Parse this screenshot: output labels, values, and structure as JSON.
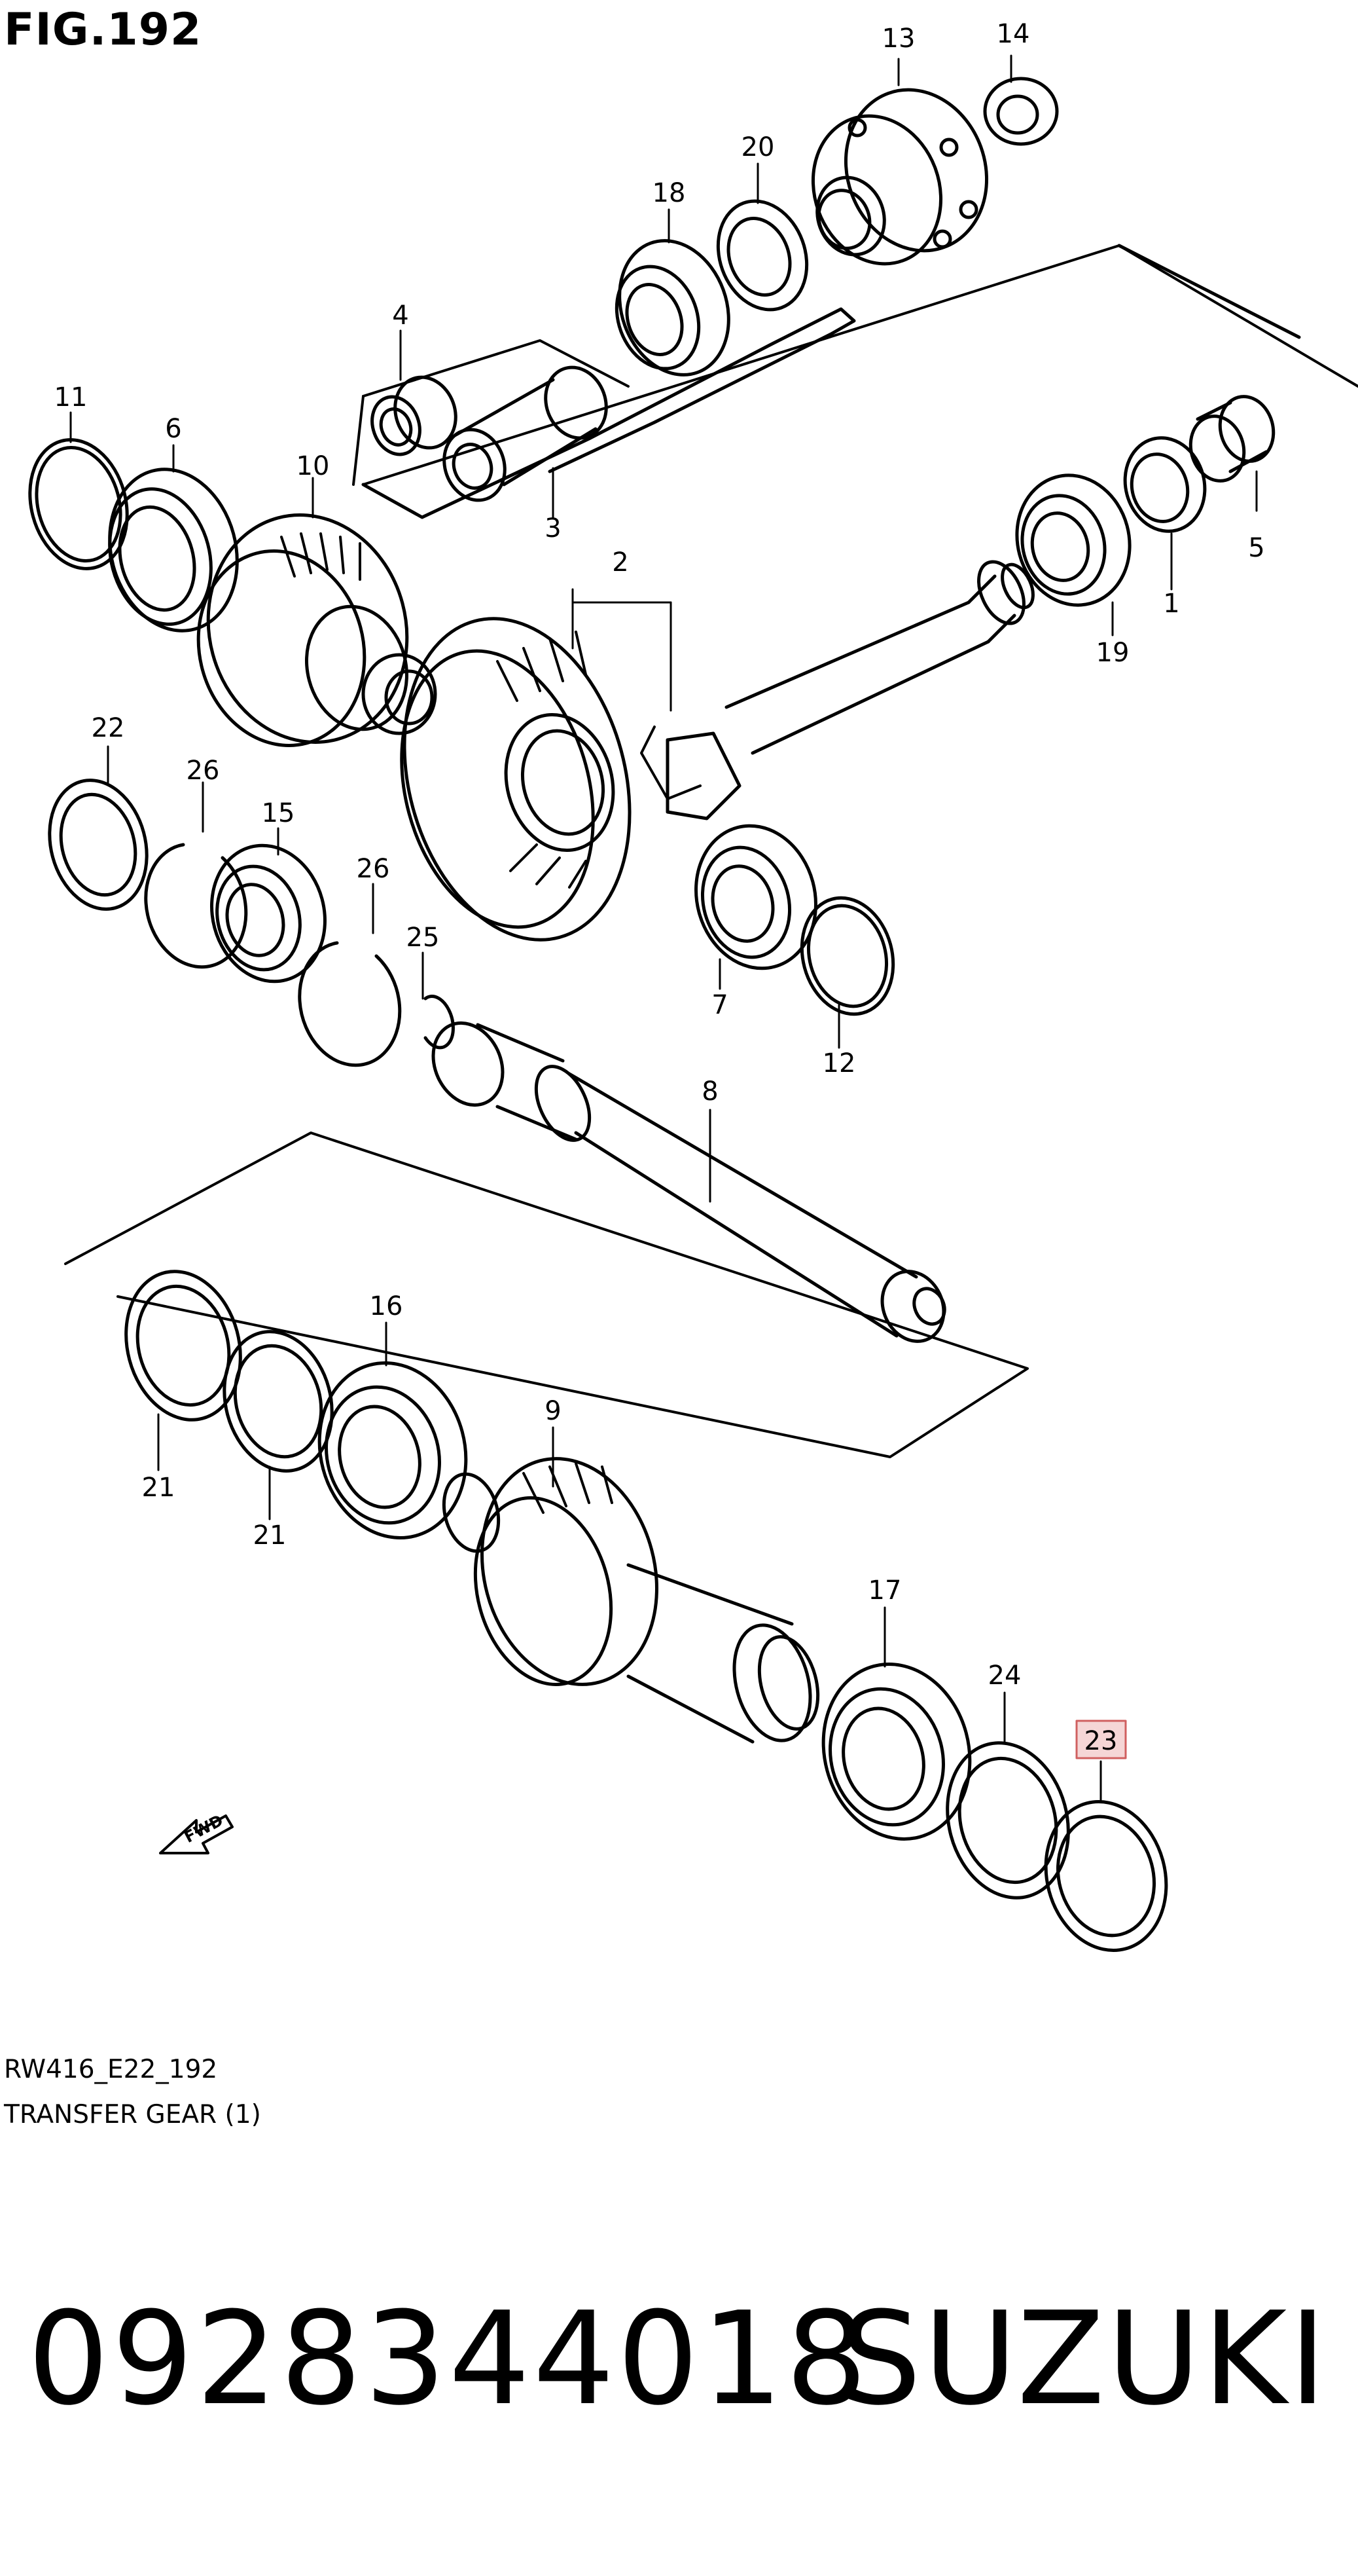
{
  "figure": {
    "title": "FIG.192",
    "code": "RW416_E22_192",
    "name": "TRANSFER GEAR (1)"
  },
  "callouts": [
    "13",
    "14",
    "20",
    "18",
    "4",
    "3",
    "11",
    "6",
    "10",
    "2",
    "5",
    "1",
    "19",
    "22",
    "26",
    "15",
    "26",
    "25",
    "7",
    "12",
    "8",
    "16",
    "9",
    "21",
    "21",
    "17",
    "24",
    "23"
  ],
  "highlighted_callout": "23",
  "direction_marker": "FWD",
  "part_number": "0928344018",
  "brand": "SUZUKI",
  "colors": {
    "line": "#000000",
    "highlight_fill": "#f5d6d6",
    "highlight_border": "#d06060"
  }
}
